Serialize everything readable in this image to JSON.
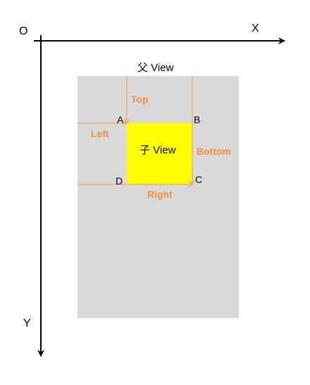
{
  "colors": {
    "axis": "#000000",
    "parent_view": "#d9d9d9",
    "child_view": "#ffff00",
    "arrow": "#f4a460",
    "edge_label": "#f0903c"
  },
  "axes": {
    "origin": "O",
    "x": "X",
    "y": "Y"
  },
  "parent_view": {
    "label": "父 View"
  },
  "child_view": {
    "label": "子 View"
  },
  "corners": {
    "a": "A",
    "b": "B",
    "c": "C",
    "d": "D"
  },
  "edges": {
    "top": "Top",
    "left": "Left",
    "bottom": "Bottom",
    "right": "Right"
  }
}
